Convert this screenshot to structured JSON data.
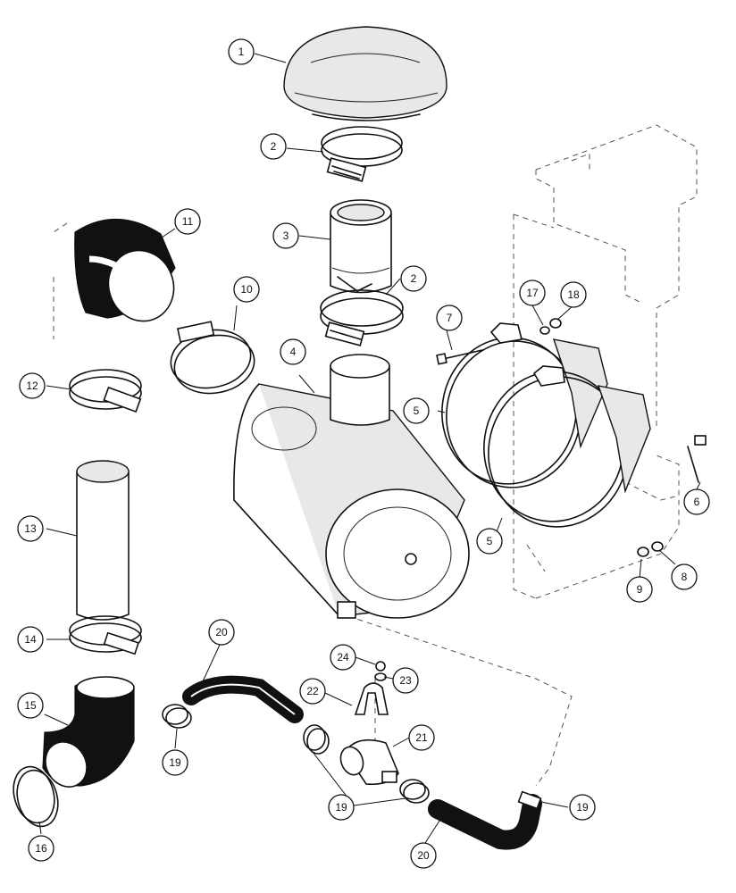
{
  "callouts": [
    {
      "id": "c1",
      "label": "1"
    },
    {
      "id": "c2a",
      "label": "2"
    },
    {
      "id": "c2b",
      "label": "2"
    },
    {
      "id": "c3",
      "label": "3"
    },
    {
      "id": "c4",
      "label": "4"
    },
    {
      "id": "c5a",
      "label": "5"
    },
    {
      "id": "c5b",
      "label": "5"
    },
    {
      "id": "c6",
      "label": "6"
    },
    {
      "id": "c7",
      "label": "7"
    },
    {
      "id": "c8",
      "label": "8"
    },
    {
      "id": "c9",
      "label": "9"
    },
    {
      "id": "c10",
      "label": "10"
    },
    {
      "id": "c11",
      "label": "11"
    },
    {
      "id": "c12",
      "label": "12"
    },
    {
      "id": "c13",
      "label": "13"
    },
    {
      "id": "c14",
      "label": "14"
    },
    {
      "id": "c15",
      "label": "15"
    },
    {
      "id": "c16",
      "label": "16"
    },
    {
      "id": "c17",
      "label": "17"
    },
    {
      "id": "c18",
      "label": "18"
    },
    {
      "id": "c19a",
      "label": "19"
    },
    {
      "id": "c19b",
      "label": "19"
    },
    {
      "id": "c19c",
      "label": "19"
    },
    {
      "id": "c20a",
      "label": "20"
    },
    {
      "id": "c20b",
      "label": "20"
    },
    {
      "id": "c21",
      "label": "21"
    },
    {
      "id": "c22",
      "label": "22"
    },
    {
      "id": "c23",
      "label": "23"
    },
    {
      "id": "c24",
      "label": "24"
    }
  ]
}
